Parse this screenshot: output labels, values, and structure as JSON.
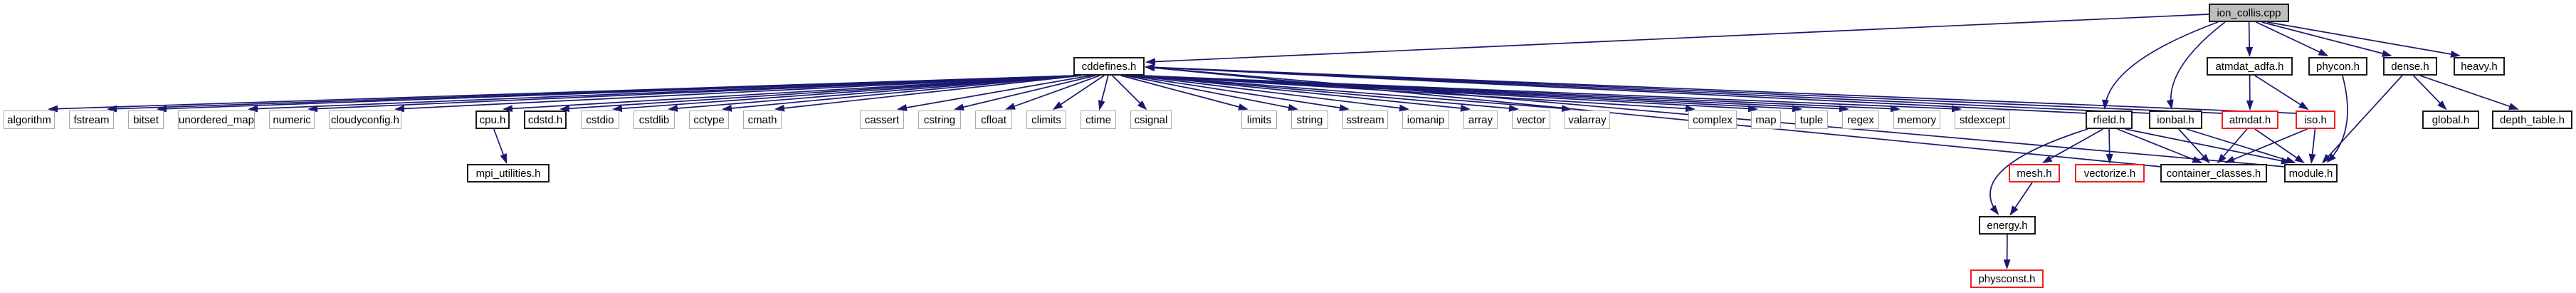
{
  "diagram": {
    "kind": "include-dependency-graph",
    "root_file": "ion_collis.cpp",
    "styles": {
      "edge_color": "#191970",
      "node_fill": "#ffffff",
      "current_node_fill": "#bdbdbd",
      "internal_border_color": "#1a1a1a",
      "external_border_color": "#a9a9a9",
      "truncated_border_color": "#ee2020",
      "text_color": "#000000"
    }
  },
  "nodes": {
    "algorithm": {
      "label": "algorithm",
      "kind": "external"
    },
    "fstream": {
      "label": "fstream",
      "kind": "external"
    },
    "bitset": {
      "label": "bitset",
      "kind": "external"
    },
    "unordered_map": {
      "label": "unordered_map",
      "kind": "external"
    },
    "numeric": {
      "label": "numeric",
      "kind": "external"
    },
    "cloudyconfig_h": {
      "label": "cloudyconfig.h",
      "kind": "external"
    },
    "cpu_h": {
      "label": "cpu.h",
      "kind": "internal"
    },
    "cdstd_h": {
      "label": "cdstd.h",
      "kind": "internal"
    },
    "cstdio": {
      "label": "cstdio",
      "kind": "external"
    },
    "cstdlib": {
      "label": "cstdlib",
      "kind": "external"
    },
    "cctype": {
      "label": "cctype",
      "kind": "external"
    },
    "cmath": {
      "label": "cmath",
      "kind": "external"
    },
    "cassert": {
      "label": "cassert",
      "kind": "external"
    },
    "cstring": {
      "label": "cstring",
      "kind": "external"
    },
    "cfloat": {
      "label": "cfloat",
      "kind": "external"
    },
    "climits": {
      "label": "climits",
      "kind": "external"
    },
    "ctime": {
      "label": "ctime",
      "kind": "external"
    },
    "csignal": {
      "label": "csignal",
      "kind": "external"
    },
    "limits": {
      "label": "limits",
      "kind": "external"
    },
    "string": {
      "label": "string",
      "kind": "external"
    },
    "sstream": {
      "label": "sstream",
      "kind": "external"
    },
    "iomanip": {
      "label": "iomanip",
      "kind": "external"
    },
    "array": {
      "label": "array",
      "kind": "external"
    },
    "vector": {
      "label": "vector",
      "kind": "external"
    },
    "valarray": {
      "label": "valarray",
      "kind": "external"
    },
    "complex": {
      "label": "complex",
      "kind": "external"
    },
    "map": {
      "label": "map",
      "kind": "external"
    },
    "tuple": {
      "label": "tuple",
      "kind": "external"
    },
    "regex": {
      "label": "regex",
      "kind": "external"
    },
    "memory": {
      "label": "memory",
      "kind": "external"
    },
    "stdexcept": {
      "label": "stdexcept",
      "kind": "external"
    },
    "cddefines_h": {
      "label": "cddefines.h",
      "kind": "internal"
    },
    "ion_collis_cpp": {
      "label": "ion_collis.cpp",
      "kind": "current"
    },
    "atmdat_adfa_h": {
      "label": "atmdat_adfa.h",
      "kind": "internal"
    },
    "phycon_h": {
      "label": "phycon.h",
      "kind": "internal"
    },
    "dense_h": {
      "label": "dense.h",
      "kind": "internal"
    },
    "heavy_h": {
      "label": "heavy.h",
      "kind": "internal"
    },
    "rfield_h": {
      "label": "rfield.h",
      "kind": "internal"
    },
    "ionbal_h": {
      "label": "ionbal.h",
      "kind": "internal"
    },
    "atmdat_h": {
      "label": "atmdat.h",
      "kind": "truncated"
    },
    "iso_h": {
      "label": "iso.h",
      "kind": "truncated"
    },
    "global_h": {
      "label": "global.h",
      "kind": "internal"
    },
    "depth_table_h": {
      "label": "depth_table.h",
      "kind": "internal"
    },
    "mpi_utilities_h": {
      "label": "mpi_utilities.h",
      "kind": "internal"
    },
    "mesh_h": {
      "label": "mesh.h",
      "kind": "truncated"
    },
    "vectorize_h": {
      "label": "vectorize.h",
      "kind": "truncated"
    },
    "container_classes_h": {
      "label": "container_classes.h",
      "kind": "internal"
    },
    "module_h": {
      "label": "module.h",
      "kind": "internal"
    },
    "energy_h": {
      "label": "energy.h",
      "kind": "internal"
    },
    "physconst_h": {
      "label": "physconst.h",
      "kind": "truncated"
    }
  },
  "edges": [
    {
      "from": "ion_collis_cpp",
      "to": "cddefines_h"
    },
    {
      "from": "ion_collis_cpp",
      "to": "atmdat_adfa_h"
    },
    {
      "from": "ion_collis_cpp",
      "to": "phycon_h"
    },
    {
      "from": "ion_collis_cpp",
      "to": "dense_h"
    },
    {
      "from": "ion_collis_cpp",
      "to": "heavy_h"
    },
    {
      "from": "ion_collis_cpp",
      "to": "rfield_h"
    },
    {
      "from": "ion_collis_cpp",
      "to": "ionbal_h"
    },
    {
      "from": "cddefines_h",
      "to": "algorithm"
    },
    {
      "from": "cddefines_h",
      "to": "fstream"
    },
    {
      "from": "cddefines_h",
      "to": "bitset"
    },
    {
      "from": "cddefines_h",
      "to": "unordered_map"
    },
    {
      "from": "cddefines_h",
      "to": "numeric"
    },
    {
      "from": "cddefines_h",
      "to": "cloudyconfig_h"
    },
    {
      "from": "cddefines_h",
      "to": "cpu_h"
    },
    {
      "from": "cddefines_h",
      "to": "cdstd_h"
    },
    {
      "from": "cddefines_h",
      "to": "cstdio"
    },
    {
      "from": "cddefines_h",
      "to": "cstdlib"
    },
    {
      "from": "cddefines_h",
      "to": "cctype"
    },
    {
      "from": "cddefines_h",
      "to": "cmath"
    },
    {
      "from": "cddefines_h",
      "to": "cassert"
    },
    {
      "from": "cddefines_h",
      "to": "cstring"
    },
    {
      "from": "cddefines_h",
      "to": "cfloat"
    },
    {
      "from": "cddefines_h",
      "to": "climits"
    },
    {
      "from": "cddefines_h",
      "to": "ctime"
    },
    {
      "from": "cddefines_h",
      "to": "csignal"
    },
    {
      "from": "cddefines_h",
      "to": "limits"
    },
    {
      "from": "cddefines_h",
      "to": "string"
    },
    {
      "from": "cddefines_h",
      "to": "sstream"
    },
    {
      "from": "cddefines_h",
      "to": "iomanip"
    },
    {
      "from": "cddefines_h",
      "to": "array"
    },
    {
      "from": "cddefines_h",
      "to": "vector"
    },
    {
      "from": "cddefines_h",
      "to": "valarray"
    },
    {
      "from": "cddefines_h",
      "to": "complex"
    },
    {
      "from": "cddefines_h",
      "to": "map"
    },
    {
      "from": "cddefines_h",
      "to": "tuple"
    },
    {
      "from": "cddefines_h",
      "to": "regex"
    },
    {
      "from": "cddefines_h",
      "to": "memory"
    },
    {
      "from": "cddefines_h",
      "to": "stdexcept"
    },
    {
      "from": "cpu_h",
      "to": "mpi_utilities_h"
    },
    {
      "from": "atmdat_adfa_h",
      "to": "atmdat_h"
    },
    {
      "from": "atmdat_adfa_h",
      "to": "iso_h"
    },
    {
      "from": "phycon_h",
      "to": "module_h"
    },
    {
      "from": "dense_h",
      "to": "global_h"
    },
    {
      "from": "dense_h",
      "to": "depth_table_h"
    },
    {
      "from": "dense_h",
      "to": "module_h"
    },
    {
      "from": "rfield_h",
      "to": "mesh_h"
    },
    {
      "from": "rfield_h",
      "to": "vectorize_h"
    },
    {
      "from": "rfield_h",
      "to": "container_classes_h"
    },
    {
      "from": "rfield_h",
      "to": "module_h"
    },
    {
      "from": "rfield_h",
      "to": "energy_h"
    },
    {
      "from": "rfield_h",
      "to": "cddefines_h"
    },
    {
      "from": "ionbal_h",
      "to": "container_classes_h"
    },
    {
      "from": "ionbal_h",
      "to": "module_h"
    },
    {
      "from": "ionbal_h",
      "to": "cddefines_h"
    },
    {
      "from": "atmdat_h",
      "to": "container_classes_h"
    },
    {
      "from": "atmdat_h",
      "to": "module_h"
    },
    {
      "from": "atmdat_h",
      "to": "cddefines_h"
    },
    {
      "from": "iso_h",
      "to": "container_classes_h"
    },
    {
      "from": "iso_h",
      "to": "module_h"
    },
    {
      "from": "iso_h",
      "to": "cddefines_h"
    },
    {
      "from": "mesh_h",
      "to": "energy_h"
    },
    {
      "from": "container_classes_h",
      "to": "cddefines_h"
    },
    {
      "from": "module_h",
      "to": "cddefines_h"
    },
    {
      "from": "energy_h",
      "to": "physconst_h"
    }
  ]
}
